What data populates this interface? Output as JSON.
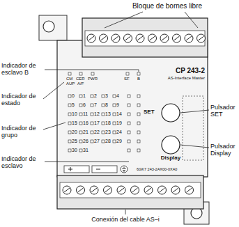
{
  "diagram": {
    "labels": [
      "Bloque de bornes libre",
      "Indicador de esclavo B",
      "Indicador de estado",
      "Indicador de grupo",
      "Indicador de esclavo",
      "Pulsador SET",
      "Pulsador Display",
      "Conexión del cable AS–i",
      "CM",
      "CER",
      "PWR",
      "AUP",
      "A/F",
      "SF",
      "B",
      "0",
      "1",
      "2",
      "3",
      "4",
      "5",
      "6",
      "7",
      "8",
      "9",
      "10",
      "11",
      "12",
      "13",
      "14",
      "15",
      "16",
      "17",
      "18",
      "19",
      "20",
      "21",
      "22",
      "23",
      "24",
      "25",
      "26",
      "27",
      "28",
      "29",
      "30",
      "31",
      "CP 243-2",
      "AS-Interface Master",
      "SET",
      "Display",
      "6GK7 243-2AX00-0XA0"
    ]
  }
}
